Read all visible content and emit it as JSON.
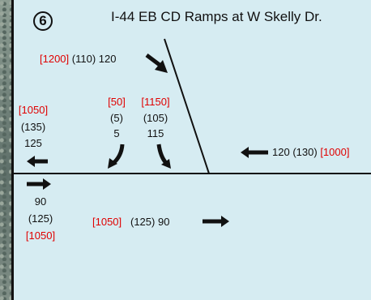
{
  "badge": "6",
  "title": "I-44 EB CD Ramps at W Skelly Dr.",
  "nw_ramp": {
    "bracket": "[1200]",
    "paren": "(110)",
    "value": "120"
  },
  "west_out": {
    "bracket": "[1050]",
    "paren": "(135)",
    "value": "125"
  },
  "left_ramp": {
    "bracket": "[50]",
    "paren": "(5)",
    "value": "5"
  },
  "right_ramp": {
    "bracket": "[1150]",
    "paren": "(105)",
    "value": "115"
  },
  "east_in": {
    "value": "120",
    "paren": "(130)",
    "bracket": "[1000]"
  },
  "west_in": {
    "value": "90",
    "paren": "(125)",
    "bracket": "[1050]"
  },
  "east_out": {
    "bracket": "[1050]",
    "paren": "(125)",
    "value": "90"
  },
  "colors": {
    "peak": "#e00000",
    "panel": "#d6ecf2",
    "ink": "#111111"
  }
}
